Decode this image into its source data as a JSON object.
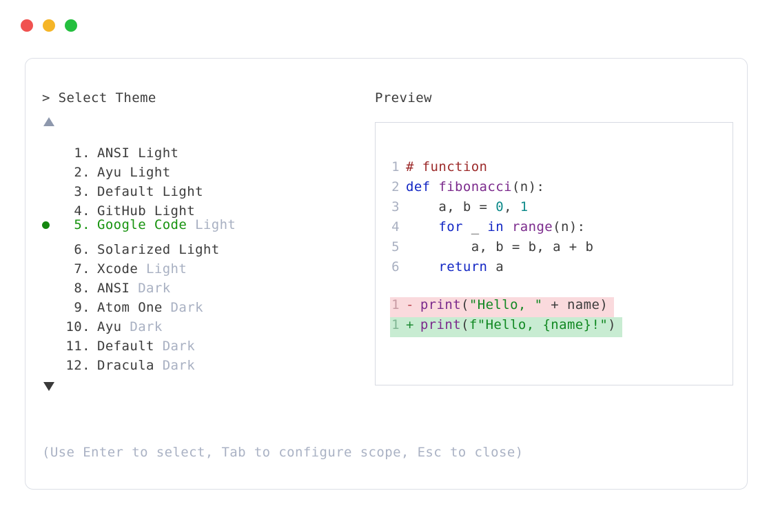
{
  "window": {
    "traffic_lights": [
      {
        "name": "close",
        "color": "#f05250"
      },
      {
        "name": "minimize",
        "color": "#f5b527"
      },
      {
        "name": "maximize",
        "color": "#24bf3e"
      }
    ]
  },
  "left_panel": {
    "prompt": "> Select Theme",
    "scroll_up_icon": "triangle-up-icon",
    "scroll_down_icon": "triangle-down-icon",
    "selected_index": 5,
    "selection_color": "#17930f",
    "items": [
      {
        "number": "1.",
        "name": "ANSI Light",
        "variant": "",
        "selected": false
      },
      {
        "number": "2.",
        "name": "Ayu Light",
        "variant": "",
        "selected": false
      },
      {
        "number": "3.",
        "name": "Default Light",
        "variant": "",
        "selected": false
      },
      {
        "number": "4.",
        "name": "GitHub Light",
        "variant": "",
        "selected": false
      },
      {
        "number": "5.",
        "name": "Google Code",
        "variant": "Light",
        "selected": true
      },
      {
        "number": "6.",
        "name": "Solarized Light",
        "variant": "",
        "selected": false
      },
      {
        "number": "7.",
        "name": "Xcode",
        "variant": "Light",
        "selected": false
      },
      {
        "number": "8.",
        "name": "ANSI",
        "variant": "Dark",
        "selected": false
      },
      {
        "number": "9.",
        "name": "Atom One",
        "variant": "Dark",
        "selected": false
      },
      {
        "number": "10.",
        "name": "Ayu",
        "variant": "Dark",
        "selected": false
      },
      {
        "number": "11.",
        "name": "Default",
        "variant": "Dark",
        "selected": false
      },
      {
        "number": "12.",
        "name": "Dracula",
        "variant": "Dark",
        "selected": false
      }
    ],
    "hint": "(Use Enter to select, Tab to configure scope, Esc to close)"
  },
  "right_panel": {
    "label": "Preview",
    "code_lines": [
      {
        "number": "1",
        "tokens": [
          {
            "t": "# function",
            "c": "c-comment"
          }
        ]
      },
      {
        "number": "2",
        "tokens": [
          {
            "t": "def ",
            "c": "c-keyword"
          },
          {
            "t": "fibonacci",
            "c": "c-func"
          },
          {
            "t": "(n):",
            "c": "c-plain"
          }
        ]
      },
      {
        "number": "3",
        "tokens": [
          {
            "t": "    a, b = ",
            "c": "c-plain"
          },
          {
            "t": "0",
            "c": "c-number"
          },
          {
            "t": ", ",
            "c": "c-plain"
          },
          {
            "t": "1",
            "c": "c-number"
          }
        ]
      },
      {
        "number": "4",
        "tokens": [
          {
            "t": "    ",
            "c": "c-plain"
          },
          {
            "t": "for",
            "c": "c-keyword"
          },
          {
            "t": " _ ",
            "c": "c-plain"
          },
          {
            "t": "in",
            "c": "c-keyword"
          },
          {
            "t": " ",
            "c": "c-plain"
          },
          {
            "t": "range",
            "c": "c-func"
          },
          {
            "t": "(n):",
            "c": "c-plain"
          }
        ]
      },
      {
        "number": "5",
        "tokens": [
          {
            "t": "        a, b = b, a + b",
            "c": "c-plain"
          }
        ]
      },
      {
        "number": "6",
        "tokens": [
          {
            "t": "    ",
            "c": "c-plain"
          },
          {
            "t": "return",
            "c": "c-keyword"
          },
          {
            "t": " a",
            "c": "c-plain"
          }
        ]
      }
    ],
    "diff_lines": [
      {
        "number": "1",
        "sign": "-",
        "kind": "minus",
        "tokens": [
          {
            "t": "print",
            "c": "c-func"
          },
          {
            "t": "(",
            "c": "c-plain"
          },
          {
            "t": "\"Hello, \"",
            "c": "c-string"
          },
          {
            "t": " + name)",
            "c": "c-plain"
          }
        ]
      },
      {
        "number": "1",
        "sign": "+",
        "kind": "plus",
        "tokens": [
          {
            "t": "print",
            "c": "c-func"
          },
          {
            "t": "(",
            "c": "c-plain"
          },
          {
            "t": "f\"Hello, {name}!\"",
            "c": "c-string"
          },
          {
            "t": ")",
            "c": "c-plain"
          }
        ]
      }
    ]
  },
  "palette": {
    "text": "#3c3c3c",
    "muted": "#a8b0c2",
    "green": "#17930f",
    "diff_remove_bg": "#fadadd",
    "diff_add_bg": "#c8ecd2",
    "border": "#dcdfe6"
  }
}
